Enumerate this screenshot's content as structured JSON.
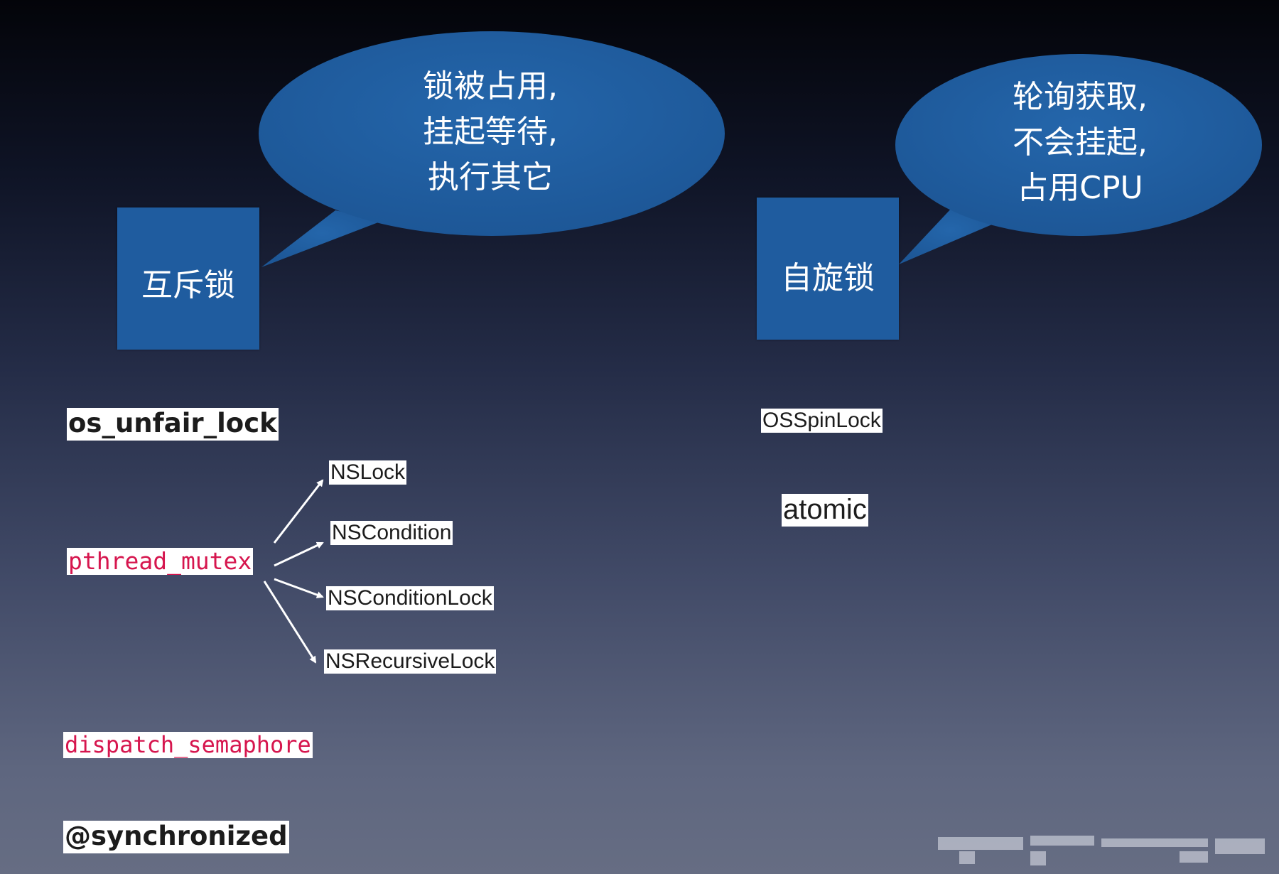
{
  "mutex": {
    "box_label": "互斥锁",
    "bubble_lines": [
      "锁被占用,",
      "挂起等待,",
      "执行其它"
    ],
    "os_unfair_lock": "os_unfair_lock",
    "pthread_mutex": "pthread_mutex",
    "derived": [
      "NSLock",
      "NSCondition",
      "NSConditionLock",
      "NSRecursiveLock"
    ],
    "dispatch_semaphore": "dispatch_semaphore",
    "synchronized": "@synchronized"
  },
  "spin": {
    "box_label": "自旋锁",
    "bubble_lines": [
      "轮询获取,",
      "不会挂起,",
      "占用CPU"
    ],
    "osspinlock": "OSSpinLock",
    "atomic": "atomic"
  },
  "colors": {
    "bubble": "#1f5c9f",
    "box": "#1f5c9f",
    "code_red": "#d6164e",
    "label_bg": "#ffffff"
  }
}
